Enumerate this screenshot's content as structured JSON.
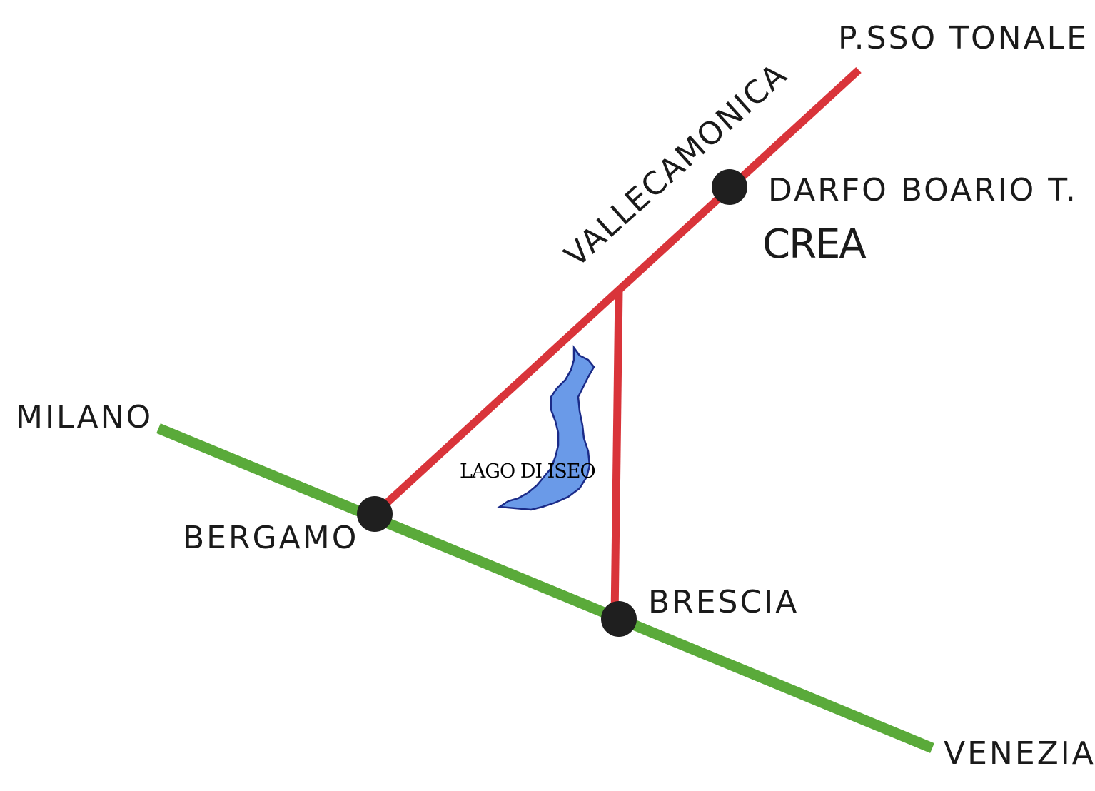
{
  "colors": {
    "background": "#ffffff",
    "green_route": "#5aaa3a",
    "red_route": "#d9343a",
    "city_dot": "#1f1f1f",
    "lake_fill": "#6a9ae8",
    "lake_outline": "#1b2b88",
    "text": "#1a1a1a"
  },
  "labels": {
    "passo_tonale": "P.SSO TONALE",
    "vallecamonica": "VALLECAMONICA",
    "darfo": "DARFO BOARIO T.",
    "crea": "CREA",
    "milano": "MILANO",
    "lago": "LAGO DI ISEO",
    "bergamo": "BERGAMO",
    "brescia": "BRESCIA",
    "venezia": "VENEZIA"
  },
  "icons": {
    "city": "city-dot-icon",
    "lake": "lake-shape-icon"
  }
}
